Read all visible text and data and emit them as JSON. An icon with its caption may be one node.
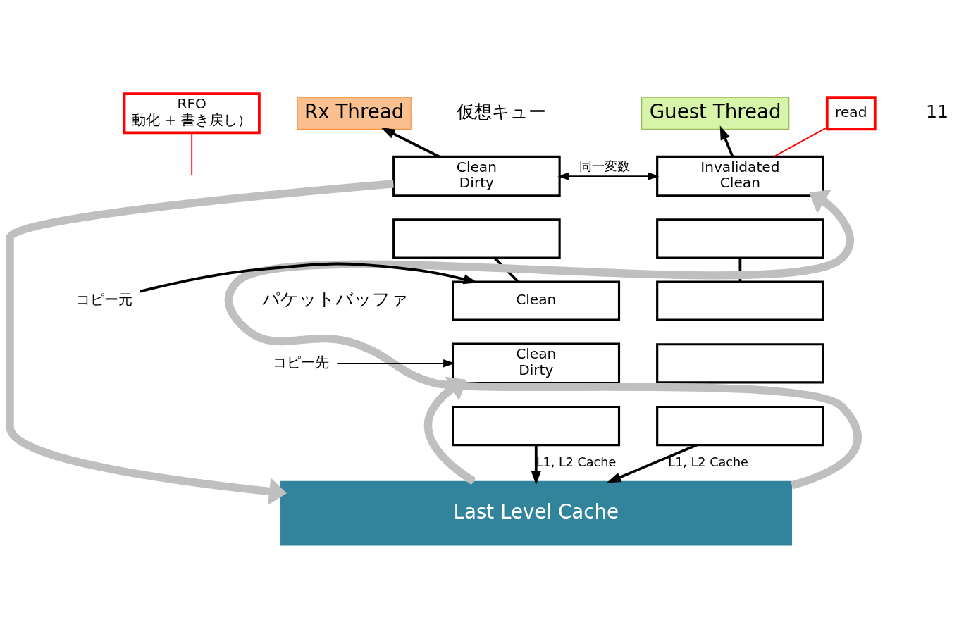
{
  "diagram": {
    "nodes": [
      {
        "text": [
          "RFO",
          "動化 + 書き戻し）"
        ]
      },
      {
        "text": [
          "Rx Thread"
        ]
      },
      {
        "text": [
          "Guest Thread"
        ]
      },
      {
        "text": [
          "read"
        ]
      },
      {
        "text": [
          "Clean",
          "Dirty"
        ]
      },
      {
        "text": [],
        "shape": "box"
      },
      {
        "text": [
          "Invalidated",
          "Clean"
        ]
      },
      {
        "text": [],
        "shape": "box"
      },
      {
        "text": [
          "Clean"
        ]
      },
      {
        "text": [
          "Clean",
          "Dirty"
        ]
      },
      {
        "text": [],
        "shape": "box"
      },
      {
        "text": [],
        "shape": "box"
      },
      {
        "text": [],
        "shape": "box"
      },
      {
        "text": [],
        "shape": "box"
      },
      {
        "text": [
          "Last Level Cache"
        ]
      },
      {
        "text": [
          "コピー元"
        ]
      },
      {
        "text": [
          "コピー先"
        ]
      }
    ],
    "edges": [
      {
        "from": 4,
        "to": 1,
        "arrow": "to"
      },
      {
        "from": 6,
        "to": 2,
        "arrow": "to"
      },
      {
        "from": 4,
        "to": 6,
        "arrow": "both",
        "label": "同一変数"
      },
      {
        "from": 5,
        "to": 8,
        "arrow": "none"
      },
      {
        "from": 7,
        "to": 11,
        "arrow": "none"
      },
      {
        "from": 10,
        "to": 14,
        "arrow": "to",
        "label": "L1, L2 Cache"
      },
      {
        "from": 13,
        "to": 14,
        "arrow": "to",
        "label": "L1, L2 Cache"
      },
      {
        "from": 15,
        "to": 8,
        "arrow": "to"
      },
      {
        "from": 16,
        "to": 9,
        "arrow": "to"
      },
      {
        "from": 4,
        "to": 14,
        "arrow": "to",
        "style": "thick",
        "color": "#bfbfbf"
      },
      {
        "from": 14,
        "to": 9,
        "arrow": "to",
        "style": "thick",
        "color": "#bfbfbf"
      },
      {
        "from": 14,
        "to": 6,
        "arrow": "to",
        "style": "thick",
        "color": "#bfbfbf"
      },
      {
        "from": 3,
        "to": 6,
        "arrow": "none",
        "color": "#ff0000"
      },
      {
        "from": 0,
        "to": null,
        "arrow": "none",
        "color": "#ff0000"
      }
    ],
    "labels": [
      "仮想キュー",
      "パケットバッファ",
      "11"
    ]
  }
}
